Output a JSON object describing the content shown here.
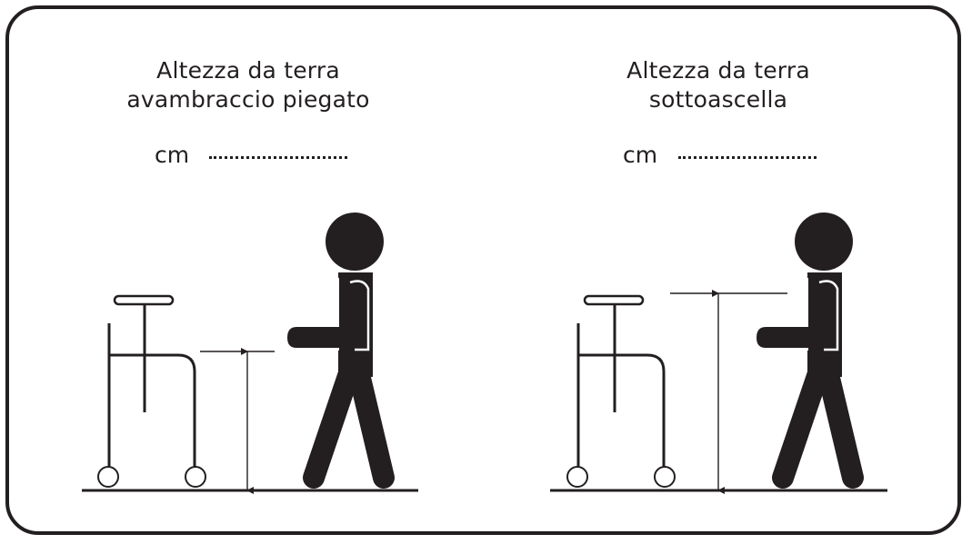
{
  "panels": [
    {
      "title_line1": "Altezza da terra",
      "title_line2": "avambraccio piegato",
      "unit_label": "cm",
      "measurement": "forearm-bent-height"
    },
    {
      "title_line1": "Altezza da terra",
      "title_line2": "sottoascella",
      "unit_label": "cm",
      "measurement": "underarm-height"
    }
  ],
  "colors": {
    "ink": "#231f20",
    "background": "#ffffff"
  }
}
